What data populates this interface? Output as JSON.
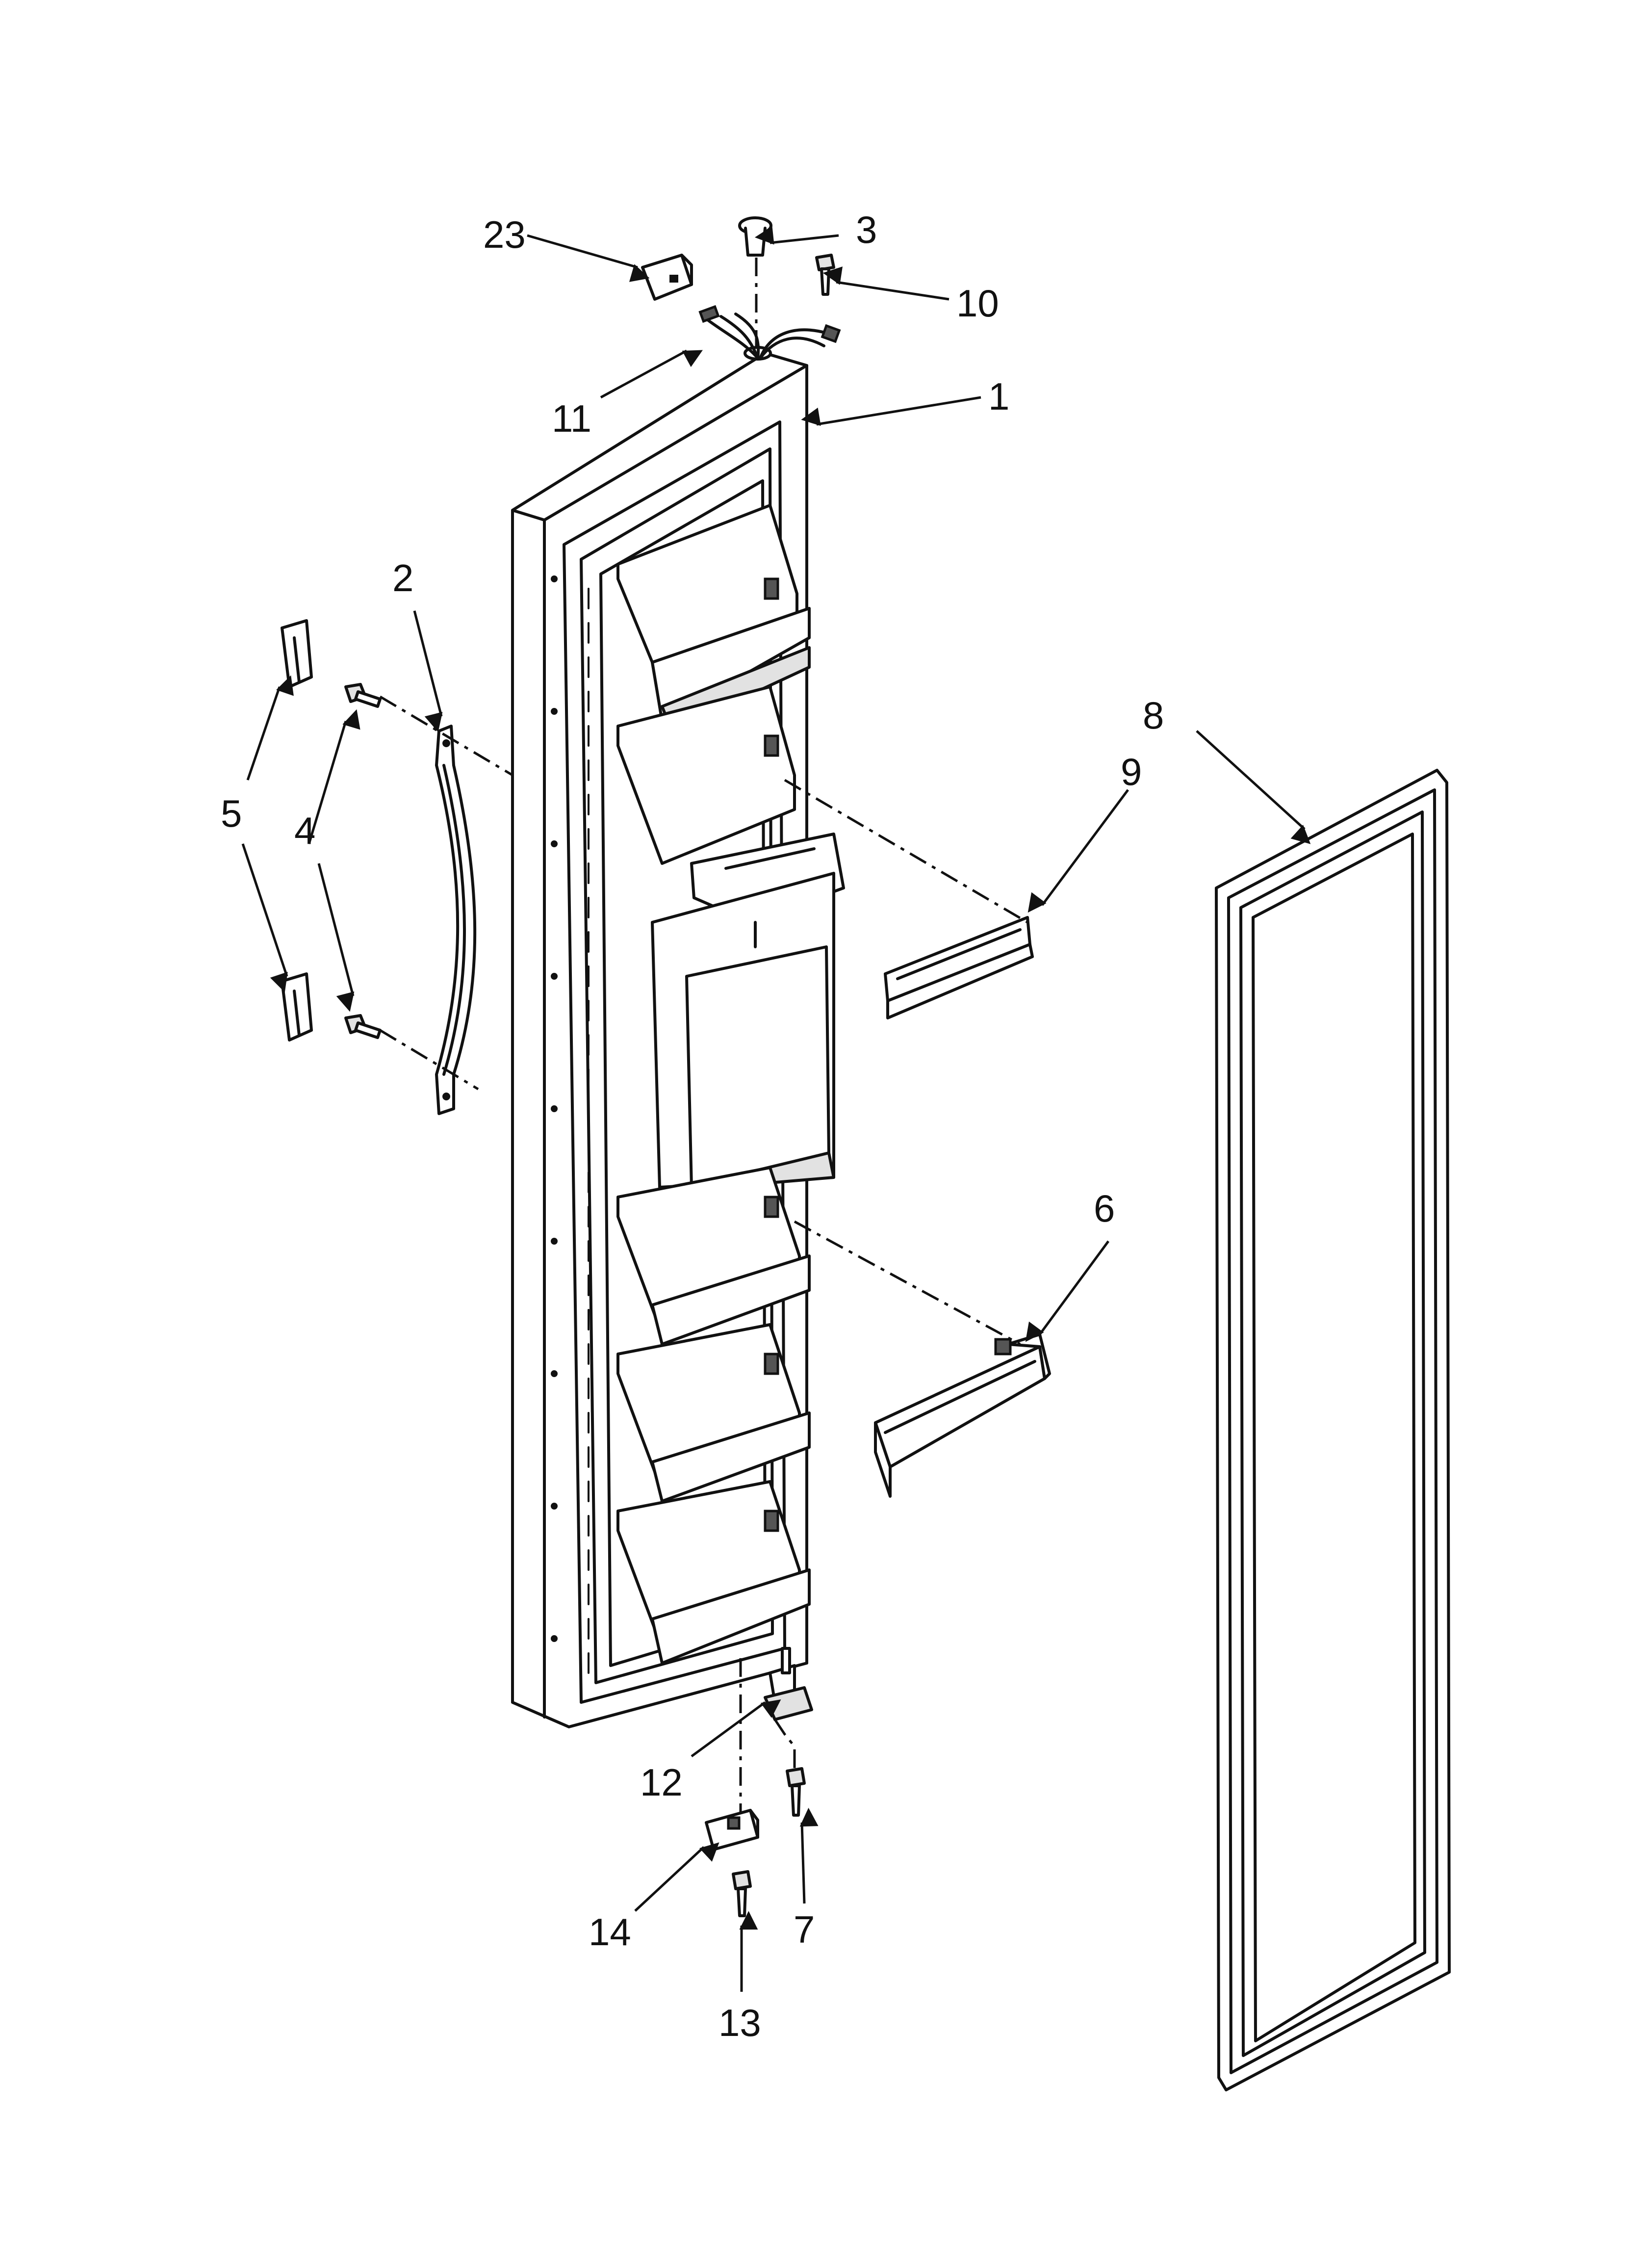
{
  "callouts": {
    "c1": "1",
    "c2": "2",
    "c3": "3",
    "c4": "4",
    "c5": "5",
    "c6": "6",
    "c7": "7",
    "c8": "8",
    "c9": "9",
    "c10": "10",
    "c11": "11",
    "c12": "12",
    "c13": "13",
    "c14": "14",
    "c23": "23"
  }
}
